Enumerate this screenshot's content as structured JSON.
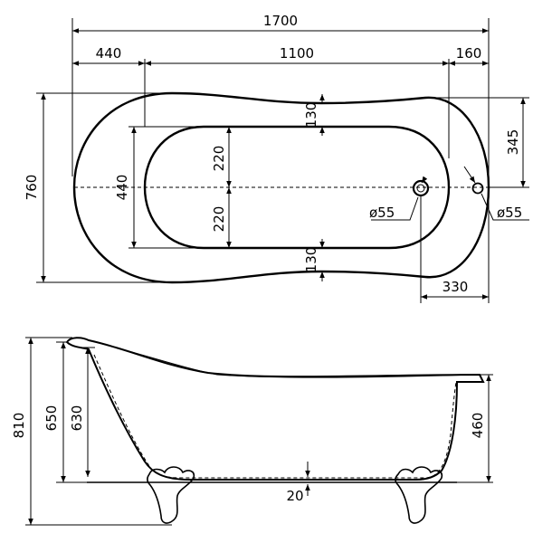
{
  "plan": {
    "overall_length": "1700",
    "left_section": "440",
    "middle_section": "1100",
    "right_section": "160",
    "outer_width": "760",
    "inner_width": "440",
    "inner_half_top": "220",
    "inner_half_bottom": "220",
    "rim_top": "130",
    "rim_bottom": "130",
    "drain_offset_y": "345",
    "drain_offset_x": "330",
    "drain_diameter": "ø55",
    "overflow_diameter": "ø55"
  },
  "elevation": {
    "total_height": "810",
    "rim_height": "650",
    "inner_depth": "630",
    "foot_end_height": "460",
    "bottom_thickness": "20"
  }
}
